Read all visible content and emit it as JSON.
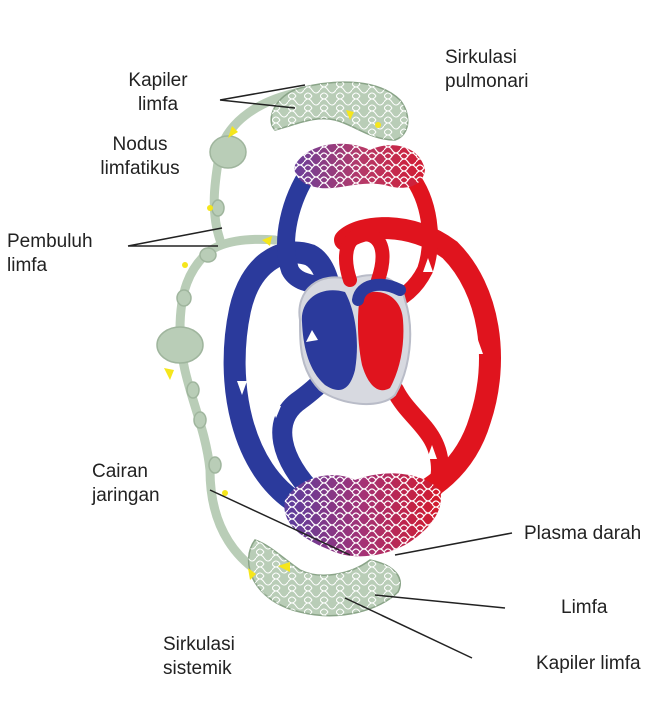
{
  "labels": {
    "kapiler_limfa_top": [
      "Kapiler",
      "limfa"
    ],
    "sirkulasi_pulmonari": [
      "Sirkulasi",
      "pulmonari"
    ],
    "nodus_limfatikus": [
      "Nodus",
      "limfatikus"
    ],
    "pembuluh_limfa": [
      "Pembuluh",
      "limfa"
    ],
    "cairan_jaringan": [
      "Cairan",
      "jaringan"
    ],
    "plasma_darah": "Plasma darah",
    "limfa": "Limfa",
    "kapiler_limfa_bottom": "Kapiler limfa",
    "sirkulasi_sistemik": [
      "Sirkulasi",
      "sistemik"
    ]
  },
  "colors": {
    "oxygenated": "#e0141e",
    "deoxygenated": "#2b3a9c",
    "capillary_mix": "#9c3a78",
    "lymph": "#b9cdb7",
    "lymph_stroke": "#8aa488",
    "flow_arrow": "#f5e61c",
    "leader_line": "#222222"
  }
}
